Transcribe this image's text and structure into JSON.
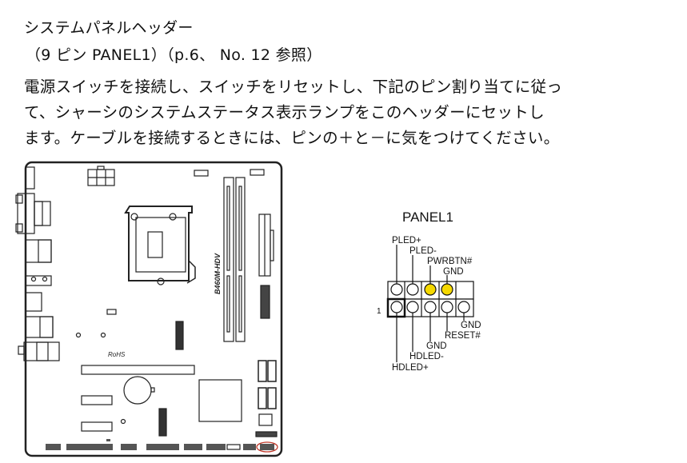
{
  "section": {
    "title": "システムパネルヘッダー",
    "subtitle": "（9 ピン PANEL1）（p.6、 No. 12 参照）",
    "body_lines": [
      "電源スイッチを接続し、スイッチをリセットし、下記のピン割り当てに従っ",
      "て、シャーシのシステムステータス表示ランプをこのヘッダーにセットし",
      "ます。ケーブルを接続するときには、ピンの＋と－に気をつけてください。"
    ]
  },
  "board": {
    "model": "B460M-HDV",
    "rohs": "RoHS"
  },
  "panel": {
    "title": "PANEL1",
    "pin1_marker": "1",
    "top_labels": [
      "PLED+",
      "PLED-",
      "PWRBTN#",
      "GND"
    ],
    "bottom_labels": [
      "HDLED+",
      "HDLED-",
      "GND",
      "RESET#",
      "GND"
    ],
    "highlight_color": "#f5d800",
    "marker_color": "#c0392b"
  }
}
